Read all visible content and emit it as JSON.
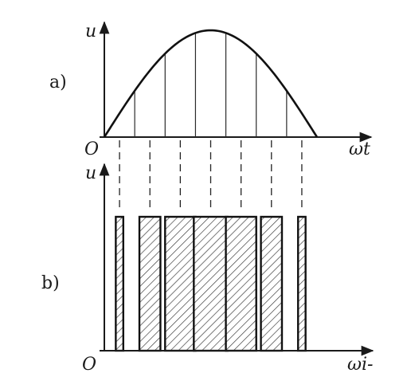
{
  "panel_a": {
    "label": "a)",
    "y_axis_label": "u",
    "x_axis_label": "ωt",
    "origin_label": "O"
  },
  "panel_b": {
    "label": "b)",
    "y_axis_label": "u",
    "x_axis_label": "ωi-",
    "origin_label": "O"
  },
  "colors": {
    "ink": "#1a1a1a",
    "background": "#ffffff"
  }
}
